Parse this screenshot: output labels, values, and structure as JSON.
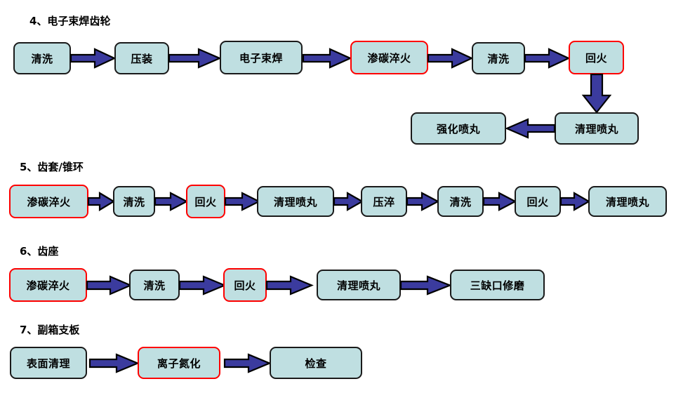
{
  "colors": {
    "node_fill": "#bfdfe1",
    "node_border": "#1a1a1a",
    "node_border_highlight": "#ff0000",
    "arrow_fill": "#3b3b9e",
    "arrow_stroke": "#000000",
    "background": "#ffffff",
    "text": "#000000"
  },
  "sections": [
    {
      "id": "section-4",
      "title": "4、电子束焊齿轮",
      "nodes": [
        {
          "id": "s4-n1",
          "label": "清洗",
          "highlight": false
        },
        {
          "id": "s4-n2",
          "label": "压装",
          "highlight": false
        },
        {
          "id": "s4-n3",
          "label": "电子束焊",
          "highlight": false
        },
        {
          "id": "s4-n4",
          "label": "渗碳淬火",
          "highlight": true
        },
        {
          "id": "s4-n5",
          "label": "清洗",
          "highlight": false
        },
        {
          "id": "s4-n6",
          "label": "回火",
          "highlight": true
        },
        {
          "id": "s4-n7",
          "label": "清理喷丸",
          "highlight": false
        },
        {
          "id": "s4-n8",
          "label": "强化喷丸",
          "highlight": false
        }
      ]
    },
    {
      "id": "section-5",
      "title": "5、齿套/锥环",
      "nodes": [
        {
          "id": "s5-n1",
          "label": "渗碳淬火",
          "highlight": true
        },
        {
          "id": "s5-n2",
          "label": "清洗",
          "highlight": false
        },
        {
          "id": "s5-n3",
          "label": "回火",
          "highlight": true
        },
        {
          "id": "s5-n4",
          "label": "清理喷丸",
          "highlight": false
        },
        {
          "id": "s5-n5",
          "label": "压淬",
          "highlight": false
        },
        {
          "id": "s5-n6",
          "label": "清洗",
          "highlight": false
        },
        {
          "id": "s5-n7",
          "label": "回火",
          "highlight": false
        },
        {
          "id": "s5-n8",
          "label": "清理喷丸",
          "highlight": false
        }
      ]
    },
    {
      "id": "section-6",
      "title": "6、齿座",
      "nodes": [
        {
          "id": "s6-n1",
          "label": "渗碳淬火",
          "highlight": true
        },
        {
          "id": "s6-n2",
          "label": "清洗",
          "highlight": false
        },
        {
          "id": "s6-n3",
          "label": "回火",
          "highlight": true
        },
        {
          "id": "s6-n4",
          "label": "清理喷丸",
          "highlight": false
        },
        {
          "id": "s6-n5",
          "label": "三缺口修磨",
          "highlight": false
        }
      ]
    },
    {
      "id": "section-7",
      "title": "7、副箱支板",
      "nodes": [
        {
          "id": "s7-n1",
          "label": "表面清理",
          "highlight": false
        },
        {
          "id": "s7-n2",
          "label": "离子氮化",
          "highlight": true
        },
        {
          "id": "s7-n3",
          "label": "检查",
          "highlight": false
        }
      ]
    }
  ],
  "flows": [
    {
      "id": "s4-a1",
      "from": "清洗",
      "to": "压装",
      "direction": "right"
    },
    {
      "id": "s4-a2",
      "from": "压装",
      "to": "电子束焊",
      "direction": "right"
    },
    {
      "id": "s4-a3",
      "from": "电子束焊",
      "to": "渗碳淬火",
      "direction": "right"
    },
    {
      "id": "s4-a4",
      "from": "渗碳淬火",
      "to": "清洗",
      "direction": "right"
    },
    {
      "id": "s4-a5",
      "from": "清洗",
      "to": "回火",
      "direction": "right"
    },
    {
      "id": "s4-a6",
      "from": "回火",
      "to": "清理喷丸",
      "direction": "down"
    },
    {
      "id": "s4-a7",
      "from": "清理喷丸",
      "to": "强化喷丸",
      "direction": "left"
    },
    {
      "id": "s5-a1",
      "from": "渗碳淬火",
      "to": "清洗",
      "direction": "right"
    },
    {
      "id": "s5-a2",
      "from": "清洗",
      "to": "回火",
      "direction": "right"
    },
    {
      "id": "s5-a3",
      "from": "回火",
      "to": "清理喷丸",
      "direction": "right"
    },
    {
      "id": "s5-a4",
      "from": "清理喷丸",
      "to": "压淬",
      "direction": "right"
    },
    {
      "id": "s5-a5",
      "from": "压淬",
      "to": "清洗",
      "direction": "right"
    },
    {
      "id": "s5-a6",
      "from": "清洗",
      "to": "回火",
      "direction": "right"
    },
    {
      "id": "s5-a7",
      "from": "回火",
      "to": "清理喷丸",
      "direction": "right"
    },
    {
      "id": "s6-a1",
      "from": "渗碳淬火",
      "to": "清洗",
      "direction": "right"
    },
    {
      "id": "s6-a2",
      "from": "清洗",
      "to": "回火",
      "direction": "right"
    },
    {
      "id": "s6-a3",
      "from": "回火",
      "to": "清理喷丸",
      "direction": "right"
    },
    {
      "id": "s6-a4",
      "from": "清理喷丸",
      "to": "三缺口修磨",
      "direction": "right"
    },
    {
      "id": "s7-a1",
      "from": "表面清理",
      "to": "离子氮化",
      "direction": "right"
    },
    {
      "id": "s7-a2",
      "from": "离子氮化",
      "to": "检查",
      "direction": "right"
    }
  ]
}
